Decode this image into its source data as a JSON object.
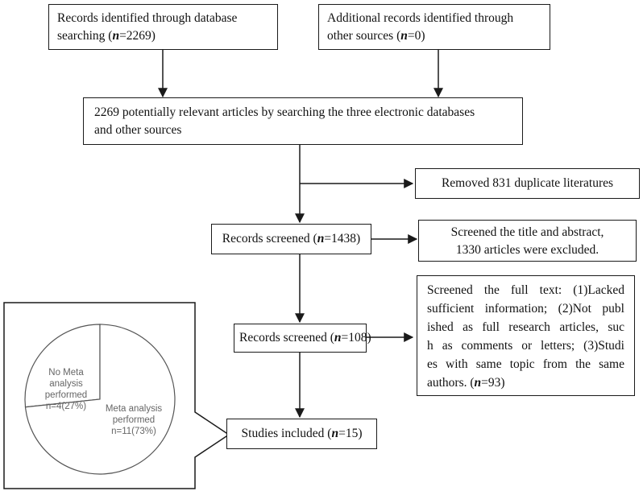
{
  "boxes": {
    "db_search": {
      "line1": "Records identified through database",
      "line2_pre": "searching (",
      "n_letter": "n",
      "line2_post": "=2269)"
    },
    "other_sources": {
      "line1": "Additional records identified through",
      "line2_pre": "other sources (",
      "n_letter": "n",
      "line2_post": "=0)"
    },
    "potentially_relevant": {
      "line1": "2269 potentially relevant articles by searching the three electronic databases",
      "line2": "and other sources"
    },
    "duplicates_removed": {
      "text": "Removed 831 duplicate literatures"
    },
    "records_screened_1": {
      "pre": "Records screened (",
      "n_letter": "n",
      "post": "=1438)"
    },
    "title_abstract_excluded": {
      "line1": "Screened the title and abstract,",
      "line2": "1330 articles were excluded."
    },
    "records_screened_2": {
      "pre": "Records screened (",
      "n_letter": "n",
      "post": "=108)"
    },
    "full_text_excluded": {
      "line1": "Screened the full text: (1)Lacked",
      "line2": "sufficient information; (2)Not publ",
      "line3": "ished as full research articles, suc",
      "line4": "h as comments or letters; (3)Studi",
      "line5": "es with same topic from the same",
      "line6_pre": "authors. (",
      "n_letter": "n",
      "line6_post": "=93)"
    },
    "studies_included": {
      "pre": "Studies included (",
      "n_letter": "n",
      "post": "=15)"
    }
  },
  "pie": {
    "slices": [
      {
        "label_line1": "Meta analysis",
        "label_line2": "performed",
        "label_line3": "n=11(73%)",
        "value": 11
      },
      {
        "label_line1": "No Meta",
        "label_line2": "analysis",
        "label_line3": "performed",
        "label_line4": "n=4(27%)",
        "value": 4
      }
    ]
  },
  "colors": {
    "stroke": "#1a1a1a",
    "pie_label": "#666666"
  }
}
